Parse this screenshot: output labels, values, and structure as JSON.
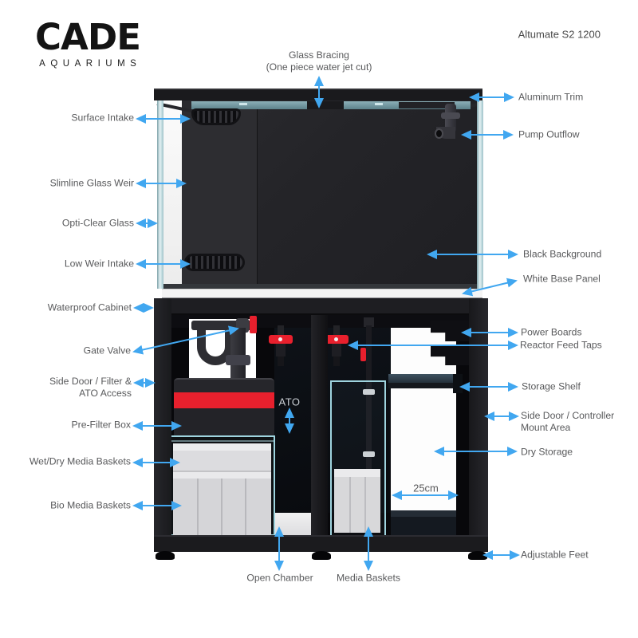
{
  "brand": {
    "name": "CADE",
    "subtitle": "AQUARIUMS"
  },
  "title": "Altumate S2 1200",
  "colors": {
    "arrow": "#41a7f0",
    "label_text": "#58595b",
    "red_accent": "#e8202d",
    "glass_teal": "#9fd4df",
    "white_panel": "#f4f4f4",
    "cabinet_black": "#1a1a1d"
  },
  "annotations": {
    "ato": "ATO",
    "width_25cm": "25cm"
  },
  "callouts": [
    {
      "id": "surface-intake",
      "label": "Surface Intake"
    },
    {
      "id": "slimline-glass-weir",
      "label": "Slimline Glass Weir"
    },
    {
      "id": "opti-clear-glass",
      "label": "Opti-Clear Glass"
    },
    {
      "id": "low-weir-intake",
      "label": "Low Weir Intake"
    },
    {
      "id": "waterproof-cabinet",
      "label": "Waterproof Cabinet"
    },
    {
      "id": "gate-valve",
      "label": "Gate Valve"
    },
    {
      "id": "side-door-filter-ato",
      "label": "Side Door / Filter &\nATO Access"
    },
    {
      "id": "pre-filter-box",
      "label": "Pre-Filter Box"
    },
    {
      "id": "wet-dry-media-baskets",
      "label": "Wet/Dry Media Baskets"
    },
    {
      "id": "bio-media-baskets",
      "label": "Bio Media Baskets"
    },
    {
      "id": "glass-bracing",
      "label": "Glass Bracing\n(One piece water jet cut)"
    },
    {
      "id": "aluminum-trim",
      "label": "Aluminum Trim"
    },
    {
      "id": "pump-outflow",
      "label": "Pump Outflow"
    },
    {
      "id": "black-background",
      "label": "Black Background"
    },
    {
      "id": "white-base-panel",
      "label": "White Base Panel"
    },
    {
      "id": "power-boards",
      "label": "Power Boards"
    },
    {
      "id": "reactor-feed-taps",
      "label": "Reactor Feed Taps"
    },
    {
      "id": "storage-shelf",
      "label": "Storage Shelf"
    },
    {
      "id": "side-door-controller",
      "label": "Side Door / Controller\nMount Area"
    },
    {
      "id": "dry-storage",
      "label": "Dry Storage"
    },
    {
      "id": "adjustable-feet",
      "label": "Adjustable Feet"
    },
    {
      "id": "open-chamber",
      "label": "Open Chamber"
    },
    {
      "id": "media-baskets",
      "label": "Media Baskets"
    }
  ]
}
